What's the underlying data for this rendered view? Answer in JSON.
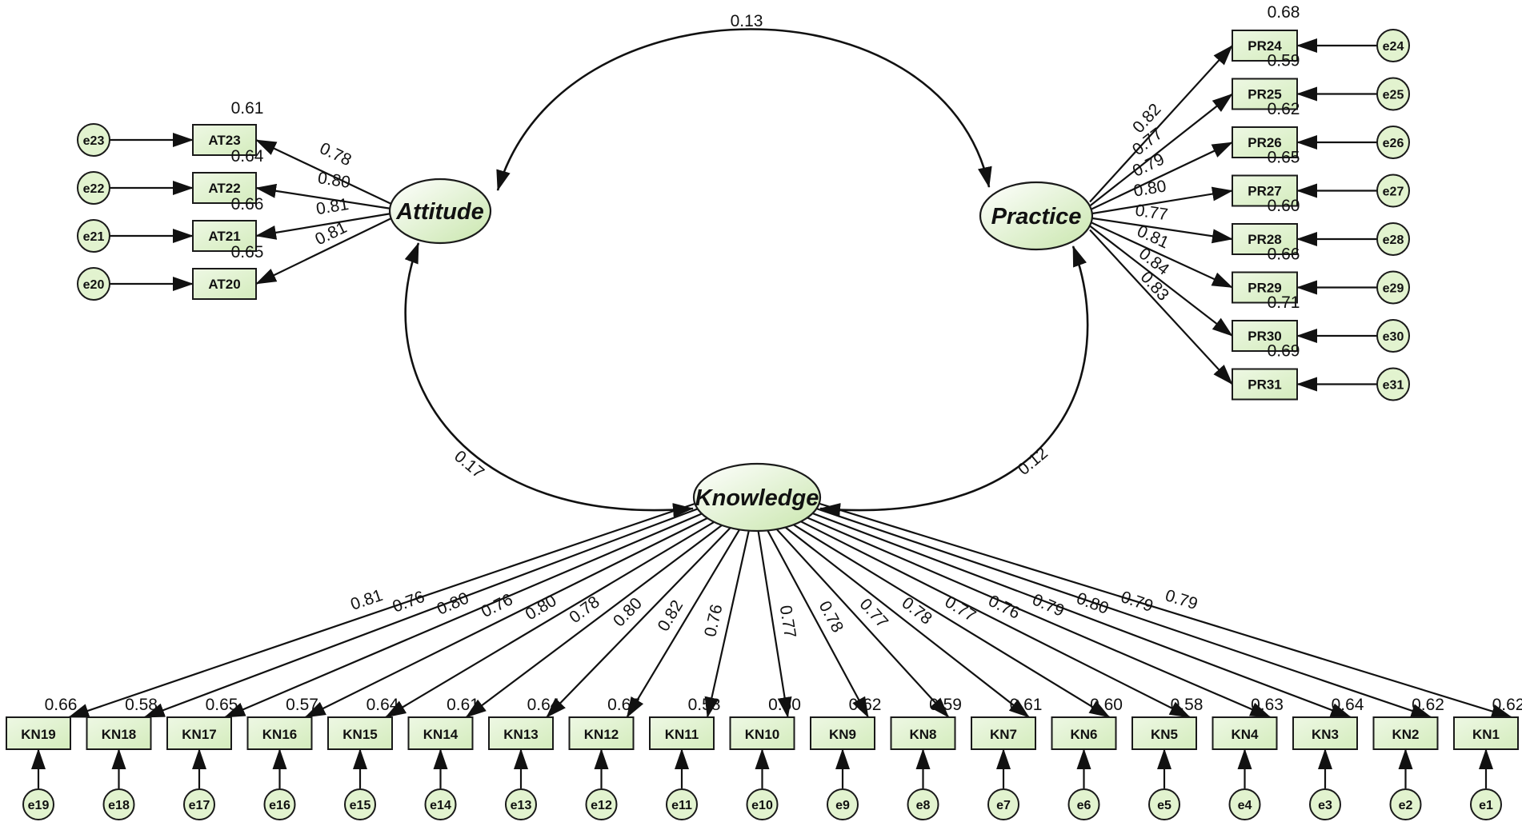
{
  "latents": {
    "attitude": "Attitude",
    "practice": "Practice",
    "knowledge": "Knowledge"
  },
  "correlations": {
    "attitude_practice": "0.13",
    "attitude_knowledge": "0.17",
    "practice_knowledge": "0.12"
  },
  "attitude_items": [
    {
      "name": "AT23",
      "error": "e23",
      "loading": "0.78",
      "r2": "0.61"
    },
    {
      "name": "AT22",
      "error": "e22",
      "loading": "0.80",
      "r2": "0.64"
    },
    {
      "name": "AT21",
      "error": "e21",
      "loading": "0.81",
      "r2": "0.66"
    },
    {
      "name": "AT20",
      "error": "e20",
      "loading": "0.81",
      "r2": "0.65"
    }
  ],
  "practice_items": [
    {
      "name": "PR24",
      "error": "e24",
      "loading": "0.82",
      "r2": "0.68"
    },
    {
      "name": "PR25",
      "error": "e25",
      "loading": "0.77",
      "r2": "0.59"
    },
    {
      "name": "PR26",
      "error": "e26",
      "loading": "0.79",
      "r2": "0.62"
    },
    {
      "name": "PR27",
      "error": "e27",
      "loading": "0.80",
      "r2": "0.65"
    },
    {
      "name": "PR28",
      "error": "e28",
      "loading": "0.77",
      "r2": "0.60"
    },
    {
      "name": "PR29",
      "error": "e29",
      "loading": "0.81",
      "r2": "0.66"
    },
    {
      "name": "PR30",
      "error": "e30",
      "loading": "0.84",
      "r2": "0.71"
    },
    {
      "name": "PR31",
      "error": "e31",
      "loading": "0.83",
      "r2": "0.69"
    }
  ],
  "knowledge_items": [
    {
      "name": "KN19",
      "error": "e19",
      "loading": "0.81",
      "r2": "0.66"
    },
    {
      "name": "KN18",
      "error": "e18",
      "loading": "0.76",
      "r2": "0.58"
    },
    {
      "name": "KN17",
      "error": "e17",
      "loading": "0.80",
      "r2": "0.65"
    },
    {
      "name": "KN16",
      "error": "e16",
      "loading": "0.76",
      "r2": "0.57"
    },
    {
      "name": "KN15",
      "error": "e15",
      "loading": "0.80",
      "r2": "0.64"
    },
    {
      "name": "KN14",
      "error": "e14",
      "loading": "0.78",
      "r2": "0.61"
    },
    {
      "name": "KN13",
      "error": "e13",
      "loading": "0.80",
      "r2": "0.64"
    },
    {
      "name": "KN12",
      "error": "e12",
      "loading": "0.82",
      "r2": "0.67"
    },
    {
      "name": "KN11",
      "error": "e11",
      "loading": "0.76",
      "r2": "0.58"
    },
    {
      "name": "KN10",
      "error": "e10",
      "loading": "0.77",
      "r2": "0.60"
    },
    {
      "name": "KN9",
      "error": "e9",
      "loading": "0.78",
      "r2": "0.62"
    },
    {
      "name": "KN8",
      "error": "e8",
      "loading": "0.77",
      "r2": "0.59"
    },
    {
      "name": "KN7",
      "error": "e7",
      "loading": "0.78",
      "r2": "0.61"
    },
    {
      "name": "KN6",
      "error": "e6",
      "loading": "0.77",
      "r2": "0.60"
    },
    {
      "name": "KN5",
      "error": "e5",
      "loading": "0.76",
      "r2": "0.58"
    },
    {
      "name": "KN4",
      "error": "e4",
      "loading": "0.79",
      "r2": "0.63"
    },
    {
      "name": "KN3",
      "error": "e3",
      "loading": "0.80",
      "r2": "0.64"
    },
    {
      "name": "KN2",
      "error": "e2",
      "loading": "0.79",
      "r2": "0.62"
    },
    {
      "name": "KN1",
      "error": "e1",
      "loading": "0.79",
      "r2": "0.62"
    }
  ],
  "colors": {
    "fill": "#e2f3cf",
    "fill_dark": "#c4e3a6",
    "stroke": "#1a1a1a"
  }
}
